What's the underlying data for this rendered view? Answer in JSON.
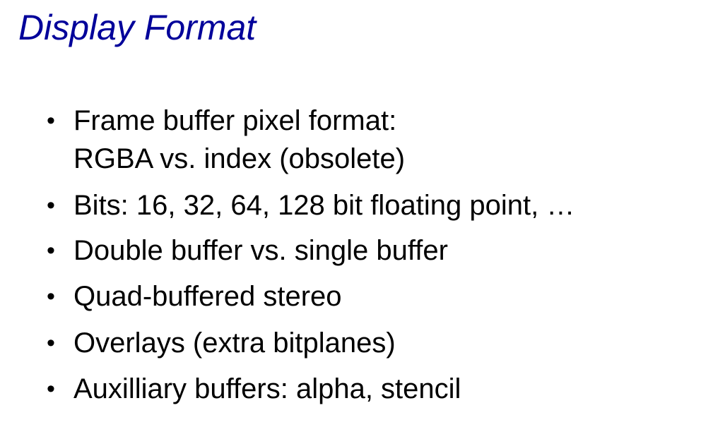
{
  "slide": {
    "title": "Display Format",
    "bullet_glyph": "•",
    "bullets": [
      {
        "lines": [
          "Frame buffer pixel format:",
          "RGBA vs. index (obsolete)"
        ]
      },
      {
        "lines": [
          "Bits: 16, 32, 64, 128 bit floating point, …"
        ]
      },
      {
        "lines": [
          "Double buffer vs. single buffer"
        ]
      },
      {
        "lines": [
          "Quad-buffered stereo"
        ]
      },
      {
        "lines": [
          "Overlays (extra bitplanes)"
        ]
      },
      {
        "lines": [
          "Auxilliary buffers: alpha, stencil"
        ]
      }
    ],
    "colors": {
      "title": "#00009a",
      "body_text": "#000000",
      "background": "#ffffff"
    }
  }
}
